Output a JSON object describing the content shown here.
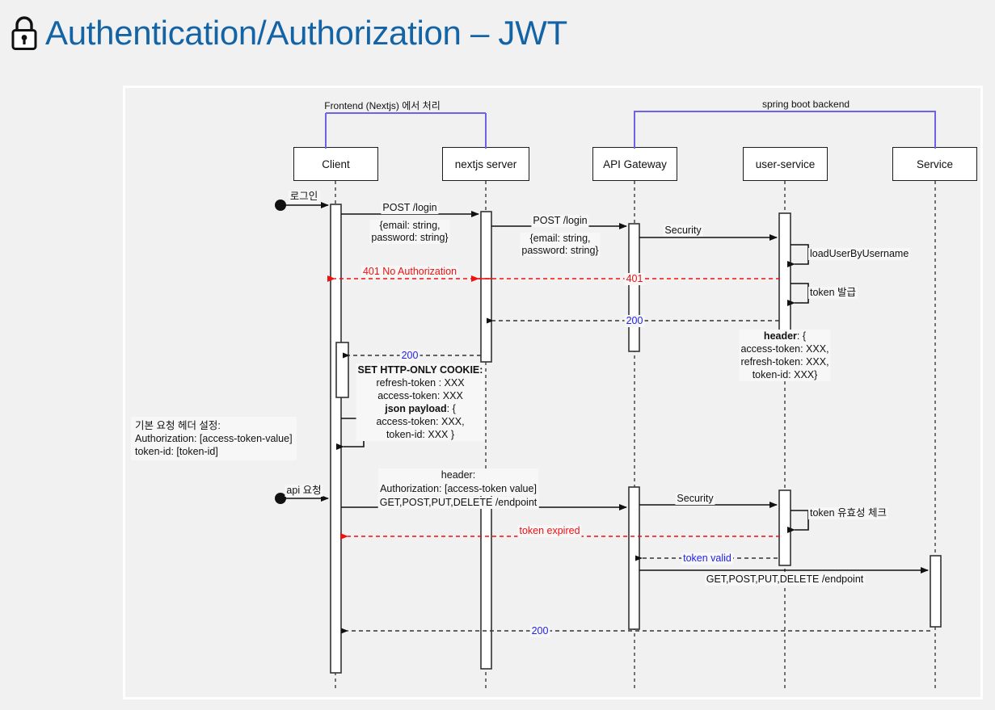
{
  "page": {
    "title": "Authentication/Authorization – JWT",
    "title_color": "#1464a5",
    "lock_icon": "lock-icon",
    "background": "#f1f1f1"
  },
  "diagram": {
    "type": "sequence-diagram",
    "groups": [
      {
        "label": "Frontend (Nextjs) 에서 처리",
        "color": "#6c63e8",
        "from": "Client",
        "to": "nextjs server"
      },
      {
        "label": "spring boot backend",
        "color": "#6c63e8",
        "from": "API Gateway",
        "to": "Service"
      }
    ],
    "participants": [
      {
        "name": "Client"
      },
      {
        "name": "nextjs server"
      },
      {
        "name": "API Gateway"
      },
      {
        "name": "user-service"
      },
      {
        "name": "Service"
      }
    ],
    "actors": [
      {
        "label": "로그인"
      },
      {
        "label": "api 요청"
      }
    ],
    "messages": [
      {
        "id": "m1",
        "label": "POST /login",
        "sub": "{email: string,\npassword: string}",
        "from": "Client",
        "to": "nextjs server",
        "style": "solid",
        "color": "#111111"
      },
      {
        "id": "m2",
        "label": "POST /login",
        "sub": "{email: string,\npassword: string}",
        "from": "nextjs server",
        "to": "API Gateway",
        "style": "solid",
        "color": "#111111"
      },
      {
        "id": "m3",
        "label": "Security",
        "from": "API Gateway",
        "to": "user-service",
        "style": "solid",
        "color": "#111111"
      },
      {
        "id": "m4",
        "label": "loadUserByUsername",
        "from": "user-service",
        "to": "user-service",
        "style": "self",
        "color": "#111111"
      },
      {
        "id": "m5",
        "label": "401 No Authorization",
        "from": "user-service",
        "to": "Client",
        "style": "dashed",
        "color": "#ee1111",
        "midlabel": "401"
      },
      {
        "id": "m6",
        "label": "token 발급",
        "from": "user-service",
        "to": "user-service",
        "style": "self",
        "color": "#111111"
      },
      {
        "id": "m7",
        "label": "200",
        "sub": "header: {\naccess-token: XXX,\nrefresh-token: XXX,\ntoken-id: XXX}",
        "from": "user-service",
        "to": "nextjs server",
        "style": "dashed",
        "color": "#2222ee"
      },
      {
        "id": "m8",
        "label": "200",
        "sub": "SET HTTP-ONLY COOKIE:\nrefresh-token : XXX\naccess-token: XXX\njson payload: {\naccess-token: XXX,\ntoken-id: XXX }",
        "from": "nextjs server",
        "to": "Client",
        "style": "dashed",
        "color": "#2222ee"
      },
      {
        "id": "m9",
        "label": "기본 요청 헤더 설정:\nAuthorization:  [access-token-value]\ntoken-id: [token-id]",
        "from": "Client",
        "to": "Client",
        "style": "self-note",
        "color": "#111111"
      },
      {
        "id": "m10",
        "label": "header:\nAuthorization: [access-token value]",
        "sub": "GET,POST,PUT,DELETE /endpoint",
        "from": "Client",
        "to": "API Gateway",
        "style": "solid",
        "color": "#111111"
      },
      {
        "id": "m11",
        "label": "Security",
        "from": "API Gateway",
        "to": "user-service",
        "style": "solid",
        "color": "#111111"
      },
      {
        "id": "m12",
        "label": "token 유효성 체크",
        "from": "user-service",
        "to": "user-service",
        "style": "self",
        "color": "#111111"
      },
      {
        "id": "m13",
        "label": "token expired",
        "from": "user-service",
        "to": "Client",
        "style": "dashed",
        "color": "#ee1111"
      },
      {
        "id": "m14",
        "label": "token valid",
        "from": "user-service",
        "to": "API Gateway",
        "style": "dashed",
        "color": "#2222ee"
      },
      {
        "id": "m15",
        "label": "GET,POST,PUT,DELETE /endpoint",
        "from": "API Gateway",
        "to": "Service",
        "style": "solid",
        "color": "#111111"
      },
      {
        "id": "m16",
        "label": "200",
        "from": "Service",
        "to": "Client",
        "style": "dashed",
        "color": "#2222ee"
      }
    ],
    "colors": {
      "lifeline": "#555555",
      "activation_fill": "#ffffff",
      "activation_stroke": "#333333",
      "group_bracket": "#6c63e8",
      "error": "#ee1111",
      "success": "#2222ee",
      "default_line": "#111111"
    }
  }
}
